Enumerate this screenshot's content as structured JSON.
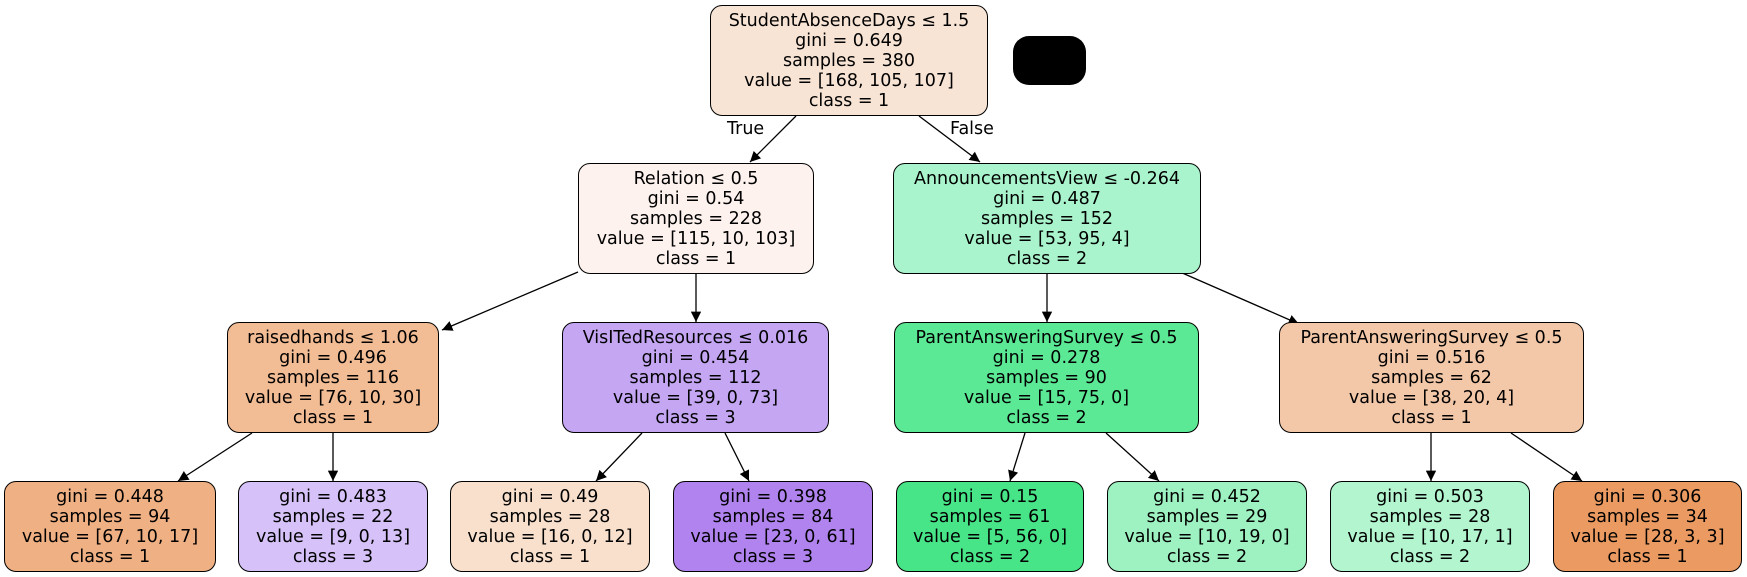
{
  "edge_labels": {
    "true_label": "True",
    "false_label": "False"
  },
  "nodes": {
    "n0": {
      "color": "#f8e4d4",
      "lines": [
        "StudentAbsenceDays ≤ 1.5",
        "gini = 0.649",
        "samples = 380",
        "value = [168, 105, 107]",
        "class = 1"
      ]
    },
    "n1": {
      "color": "#fdf2ee",
      "lines": [
        "Relation ≤ 0.5",
        "gini = 0.54",
        "samples = 228",
        "value = [115, 10, 103]",
        "class = 1"
      ]
    },
    "n2": {
      "color": "#a9f4cc",
      "lines": [
        "AnnouncementsView ≤ -0.264",
        "gini = 0.487",
        "samples = 152",
        "value = [53, 95, 4]",
        "class = 2"
      ]
    },
    "n3": {
      "color": "#f2bc94",
      "lines": [
        "raisedhands ≤ 1.06",
        "gini = 0.496",
        "samples = 116",
        "value = [76, 10, 30]",
        "class = 1"
      ]
    },
    "n4": {
      "color": "#c4a6f2",
      "lines": [
        "VisITedResources ≤ 0.016",
        "gini = 0.454",
        "samples = 112",
        "value = [39, 0, 73]",
        "class = 3"
      ]
    },
    "n5": {
      "color": "#5ce995",
      "lines": [
        "ParentAnsweringSurvey ≤ 0.5",
        "gini = 0.278",
        "samples = 90",
        "value = [15, 75, 0]",
        "class = 2"
      ]
    },
    "n6": {
      "color": "#f3c8a8",
      "lines": [
        "ParentAnsweringSurvey ≤ 0.5",
        "gini = 0.516",
        "samples = 62",
        "value = [38, 20, 4]",
        "class = 1"
      ]
    },
    "n7": {
      "color": "#efb083",
      "lines": [
        "gini = 0.448",
        "samples = 94",
        "value = [67, 10, 17]",
        "class = 1"
      ]
    },
    "n8": {
      "color": "#d6c2f8",
      "lines": [
        "gini = 0.483",
        "samples = 22",
        "value = [9, 0, 13]",
        "class = 3"
      ]
    },
    "n9": {
      "color": "#f8e0cd",
      "lines": [
        "gini = 0.49",
        "samples = 28",
        "value = [16, 0, 12]",
        "class = 1"
      ]
    },
    "n10": {
      "color": "#b083ef",
      "lines": [
        "gini = 0.398",
        "samples = 84",
        "value = [23, 0, 61]",
        "class = 3"
      ]
    },
    "n11": {
      "color": "#48e588",
      "lines": [
        "gini = 0.15",
        "samples = 61",
        "value = [5, 56, 0]",
        "class = 2"
      ]
    },
    "n12": {
      "color": "#9ef2c1",
      "lines": [
        "gini = 0.452",
        "samples = 29",
        "value = [10, 19, 0]",
        "class = 2"
      ]
    },
    "n13": {
      "color": "#b2f5ce",
      "lines": [
        "gini = 0.503",
        "samples = 28",
        "value = [10, 17, 1]",
        "class = 2"
      ]
    },
    "n14": {
      "color": "#eb9b61",
      "lines": [
        "gini = 0.306",
        "samples = 34",
        "value = [28, 3, 3]",
        "class = 1"
      ]
    }
  }
}
